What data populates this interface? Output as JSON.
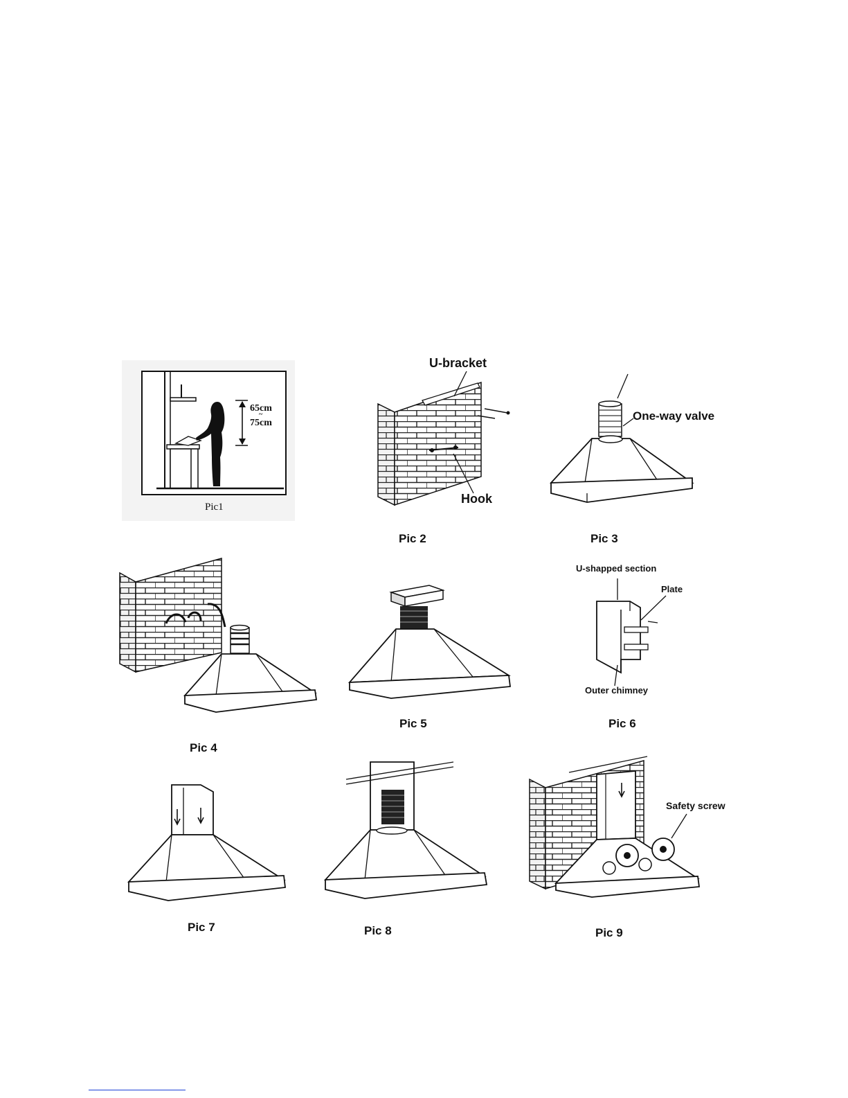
{
  "panels": [
    {
      "caption": "Pic1",
      "labels": {
        "top": "65cm",
        "tilde": "~",
        "bottom": "75cm"
      }
    },
    {
      "caption": "Pic 2",
      "labels": {
        "u_bracket": "U-bracket",
        "hook": "Hook"
      }
    },
    {
      "caption": "Pic 3",
      "labels": {
        "valve": "One-way valve"
      }
    },
    {
      "caption": "Pic 4",
      "labels": {}
    },
    {
      "caption": "Pic 5",
      "labels": {}
    },
    {
      "caption": "Pic 6",
      "labels": {
        "u_section": "U-shapped section",
        "plate": "Plate",
        "outer": "Outer chimney"
      }
    },
    {
      "caption": "Pic 7",
      "labels": {}
    },
    {
      "caption": "Pic 8",
      "labels": {}
    },
    {
      "caption": "Pic 9",
      "labels": {
        "safety": "Safety screw"
      }
    }
  ]
}
